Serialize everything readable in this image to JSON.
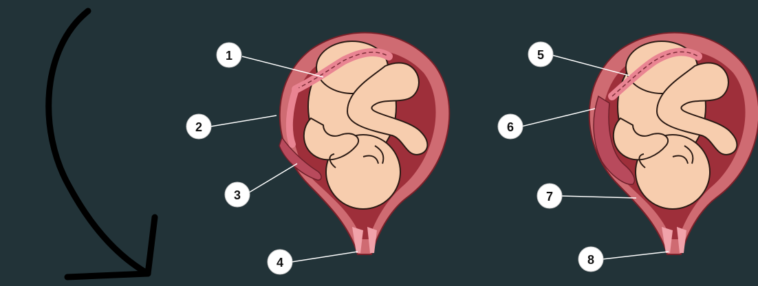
{
  "colors": {
    "background": "#223338",
    "uterus_outer": "#cf6b72",
    "uterus_inner": "#9e2f3a",
    "fetus_skin": "#f7cdae",
    "fetus_outline": "#2a1a14",
    "cord": "#e98492",
    "placenta": "#b84a5c",
    "arrow": "#000000",
    "callout_fill": "#ffffff"
  },
  "icons": {
    "arrow": "curved-down-arrow-icon"
  },
  "callouts": [
    {
      "label": "1"
    },
    {
      "label": "2"
    },
    {
      "label": "3"
    },
    {
      "label": "4"
    },
    {
      "label": "5"
    },
    {
      "label": "6"
    },
    {
      "label": "7"
    },
    {
      "label": "8"
    }
  ]
}
